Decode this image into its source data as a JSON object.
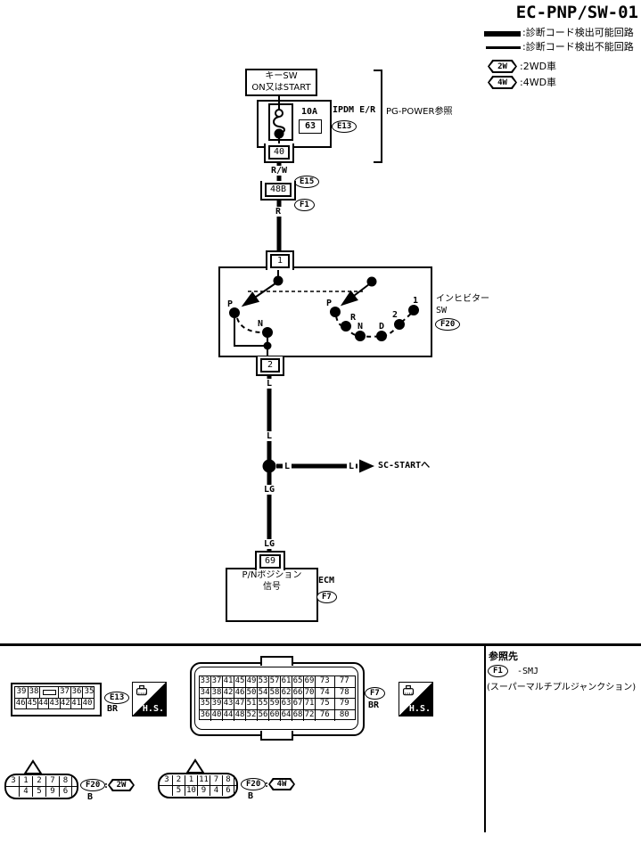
{
  "title": "EC-PNP/SW-01",
  "legend": {
    "detectable": ":診断コード検出可能回路",
    "undetectable": ":診断コード検出不能回路",
    "tag_2w": "2W",
    "label_2w": ":2WD車",
    "tag_4w": "4W",
    "label_4w": ":4WD車"
  },
  "diagram": {
    "key_sw_line1": "キーSW",
    "key_sw_line2": "ON又はSTART",
    "fuse_rating": "10A",
    "fuse_number": "63",
    "ipdm_name": "IPDM E/R",
    "ipdm_conn": "E13",
    "power_ref": "PG-POWER参照",
    "pin_40": "40",
    "wire_rw": "R/W",
    "conn_e15": "E15",
    "pin_48b": "48B",
    "conn_f1": "F1",
    "wire_r": "R",
    "pin_1": "1",
    "sw_name1": "インヒビター",
    "sw_name2": "SW",
    "sw_conn": "F20",
    "sw_left": [
      "P",
      "N"
    ],
    "sw_right": [
      "P",
      "R",
      "N",
      "D",
      "2",
      "1"
    ],
    "pin_2": "2",
    "wire_l": "L",
    "branch_wire1": "L",
    "branch_wire2": "L",
    "branch_dest": "SC-STARTへ",
    "wire_lg": "LG",
    "pin_69": "69",
    "ecm_sig1": "P/Nポジション",
    "ecm_sig2": "信号",
    "ecm_name": "ECM",
    "ecm_conn": "F7"
  },
  "connectors": {
    "e13": {
      "id": "E13",
      "color": "BR",
      "hs": "H.S.",
      "row1": [
        "39",
        "38",
        "SLOT",
        "37",
        "36",
        "35"
      ],
      "row2": [
        "46",
        "45",
        "44",
        "43",
        "42",
        "41",
        "40"
      ]
    },
    "f7": {
      "id": "F7",
      "color": "BR",
      "hs": "H.S.",
      "rows": [
        [
          "33",
          "37",
          "41",
          "45",
          "49",
          "53",
          "57",
          "61",
          "65",
          "69",
          "73",
          "77"
        ],
        [
          "34",
          "38",
          "42",
          "46",
          "50",
          "54",
          "58",
          "62",
          "66",
          "70",
          "74",
          "78"
        ],
        [
          "35",
          "39",
          "43",
          "47",
          "51",
          "55",
          "59",
          "63",
          "67",
          "71",
          "75",
          "79"
        ],
        [
          "36",
          "40",
          "44",
          "48",
          "52",
          "56",
          "60",
          "64",
          "68",
          "72",
          "76",
          "80"
        ]
      ]
    },
    "f20_2w": {
      "id": "F20",
      "color": "B",
      "sep": ":",
      "tag": "2W",
      "row1": [
        "3",
        "1",
        "2",
        "7",
        "8"
      ],
      "row2": [
        "4",
        "5",
        "9",
        "6"
      ]
    },
    "f20_4w": {
      "id": "F20",
      "color": "B",
      "sep": ":",
      "tag": "4W",
      "row1": [
        "3",
        "2",
        "1",
        "11",
        "7",
        "8"
      ],
      "row2": [
        "5",
        "10",
        "9",
        "4",
        "6"
      ]
    }
  },
  "reference": {
    "heading": "参照先",
    "conn": "F1",
    "text": "-SMJ",
    "sub": "(スーパーマルチプルジャンクション)"
  }
}
